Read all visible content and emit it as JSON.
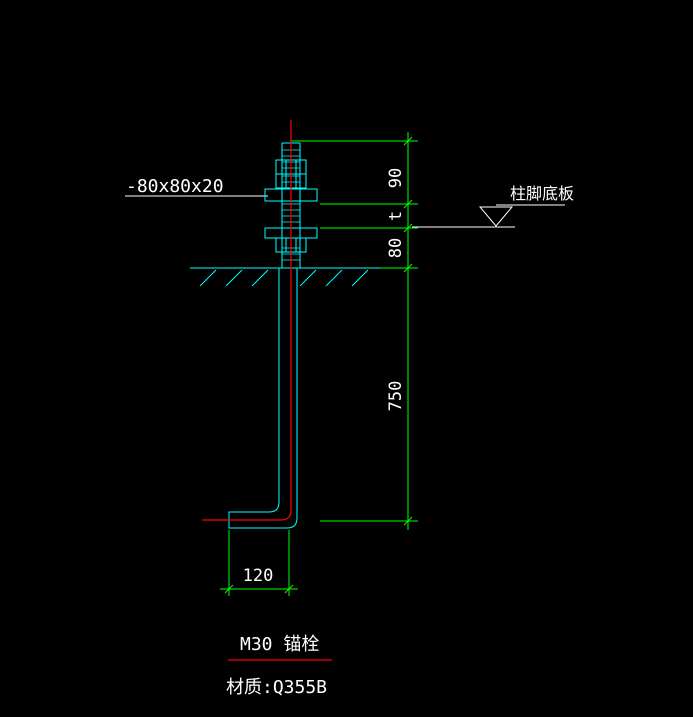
{
  "colors": {
    "background": "#000000",
    "dimension": "#00ff00",
    "bolt": "#00ffff",
    "centerline": "#ff0000",
    "annotation": "#ffffff"
  },
  "dimensions": {
    "top_nut_zone": "90",
    "base_plate": "t",
    "lower_nut_zone": "80",
    "embedment": "750",
    "hook_length": "120"
  },
  "labels": {
    "washer_plate": "-80x80x20",
    "base_plate_label": "柱脚底板",
    "bolt_title": "M30 锚栓",
    "material": "材质:Q355B"
  },
  "icons": {
    "elevation_marker": "triangle-marker-icon",
    "ground_hatch": "ground-hatch-icon"
  }
}
